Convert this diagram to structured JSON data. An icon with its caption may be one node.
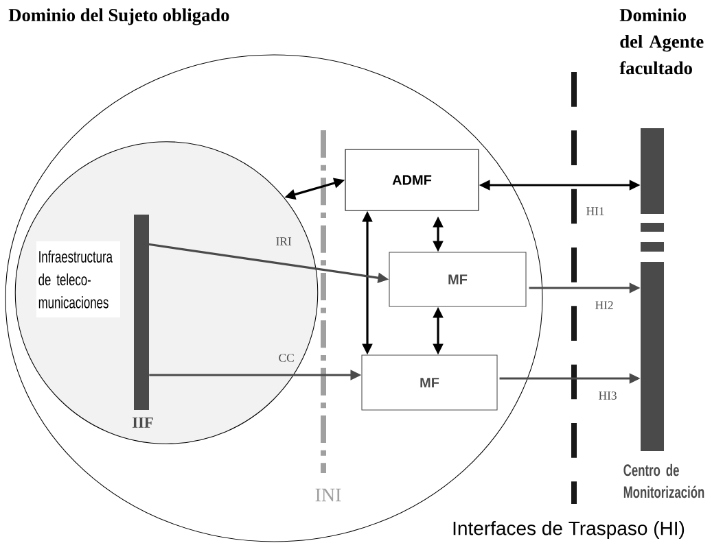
{
  "diagram": {
    "nodes": [
      {
        "text": [],
        "shape": "ellipse"
      },
      {
        "text": [],
        "shape": "circle",
        "in": 0
      },
      {
        "text": [
          "IIF"
        ],
        "in": 1
      },
      {
        "text": [
          "Infraestructura de teleco-municaciones"
        ],
        "in": 1
      },
      {
        "text": [
          "ADMF"
        ],
        "in": 0
      },
      {
        "text": [
          "MF"
        ],
        "in": 0
      },
      {
        "text": [
          "MF"
        ],
        "in": 0
      },
      {
        "text": [
          "Centro de Monitorización"
        ]
      }
    ],
    "edges": [
      {
        "from": 1,
        "to": 4,
        "arrow": "both"
      },
      {
        "from": 4,
        "to": 7,
        "arrow": "both",
        "label": "HI1"
      },
      {
        "from": 4,
        "to": 5,
        "arrow": "both"
      },
      {
        "from": 4,
        "to": 6,
        "arrow": "both"
      },
      {
        "from": 5,
        "to": 6,
        "arrow": "both"
      },
      {
        "from": 2,
        "to": 5,
        "arrow": "to",
        "label": "IRI",
        "color": "#4a4a4a"
      },
      {
        "from": 2,
        "to": 6,
        "arrow": "to",
        "label": "CC",
        "color": "#4a4a4a"
      },
      {
        "from": 5,
        "to": 7,
        "arrow": "to",
        "label": "HI2",
        "color": "#4a4a4a"
      },
      {
        "from": 6,
        "to": 7,
        "arrow": "to",
        "label": "HI3",
        "color": "#4a4a4a"
      }
    ],
    "labels": [
      "Dominio del Sujeto obligado",
      "Dominio del Agente facultado",
      "INI",
      "Interfaces de Traspaso (HI)"
    ]
  }
}
